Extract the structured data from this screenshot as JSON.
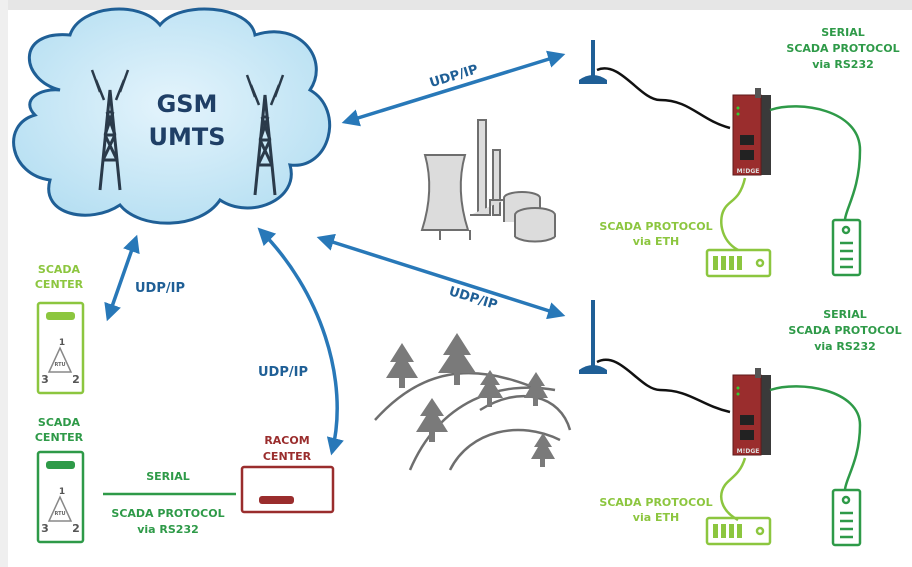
{
  "cloud": {
    "line1": "GSM",
    "line2": "UMTS"
  },
  "links": {
    "top_right": "UDP/IP",
    "mid_right": "UDP/IP",
    "scada_center": "UDP/IP",
    "racom": "UDP/IP"
  },
  "scada_center_1": {
    "line1": "SCADA",
    "line2": "CENTER",
    "rtu": "RTU",
    "n1": "1",
    "n2": "2",
    "n3": "3"
  },
  "scada_center_2": {
    "line1": "SCADA",
    "line2": "CENTER",
    "rtu": "RTU",
    "n1": "1",
    "n2": "2",
    "n3": "3"
  },
  "racom_center": {
    "line1": "RACOM",
    "line2": "CENTER"
  },
  "serial_link": {
    "top": "SERIAL",
    "bottom1": "SCADA PROTOCOL",
    "bottom2": "via RS232"
  },
  "site_top": {
    "serial1": "SERIAL",
    "serial2": "SCADA PROTOCOL",
    "serial3": "via RS232",
    "eth1": "SCADA PROTOCOL",
    "eth2": "via ETH",
    "device": "M!DGE"
  },
  "site_bottom": {
    "serial1": "SERIAL",
    "serial2": "SCADA PROTOCOL",
    "serial3": "via RS232",
    "eth1": "SCADA PROTOCOL",
    "eth2": "via ETH",
    "device": "M!DGE"
  },
  "colors": {
    "blue": "#2878b8",
    "green": "#2e9a48",
    "lightgreen": "#8cc63f",
    "red": "#9a2d2d",
    "gray": "#7a7a7a"
  }
}
